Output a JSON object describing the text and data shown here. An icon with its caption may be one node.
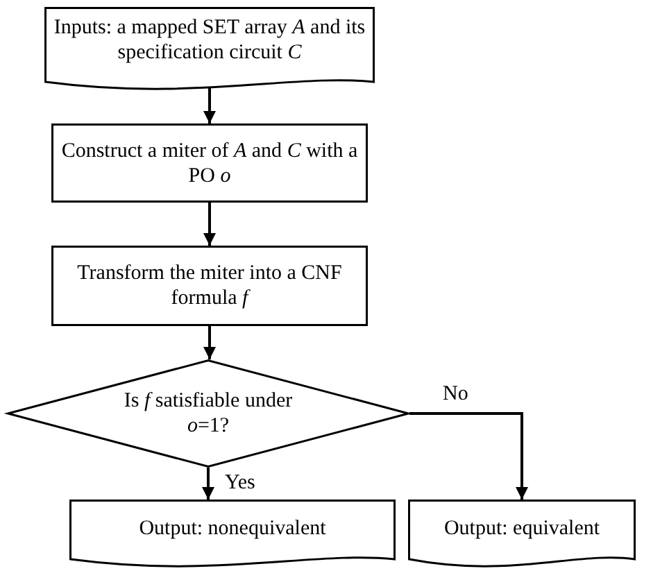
{
  "diagram": {
    "nodes": [
      {
        "text": [
          "Inputs: a mapped SET array *A* and its specification circuit *C*"
        ]
      },
      {
        "text": [
          "Construct a miter of *A* and *C* with a PO *o*"
        ]
      },
      {
        "text": [
          "Transform the miter into a CNF formula *f*"
        ]
      },
      {
        "text": [
          "Is *f* satisfiable under *o*=1?"
        ]
      },
      {
        "text": [
          "Output: nonequivalent"
        ]
      },
      {
        "text": [
          "Output: equivalent"
        ]
      }
    ],
    "edges": [
      {
        "from": 0,
        "to": 1,
        "arrow": "to"
      },
      {
        "from": 1,
        "to": 2,
        "arrow": "to"
      },
      {
        "from": 2,
        "to": 3,
        "arrow": "to"
      },
      {
        "from": 3,
        "to": 4,
        "arrow": "to",
        "label": "Yes"
      },
      {
        "from": 3,
        "to": 5,
        "arrow": "to",
        "label": "No"
      }
    ]
  }
}
